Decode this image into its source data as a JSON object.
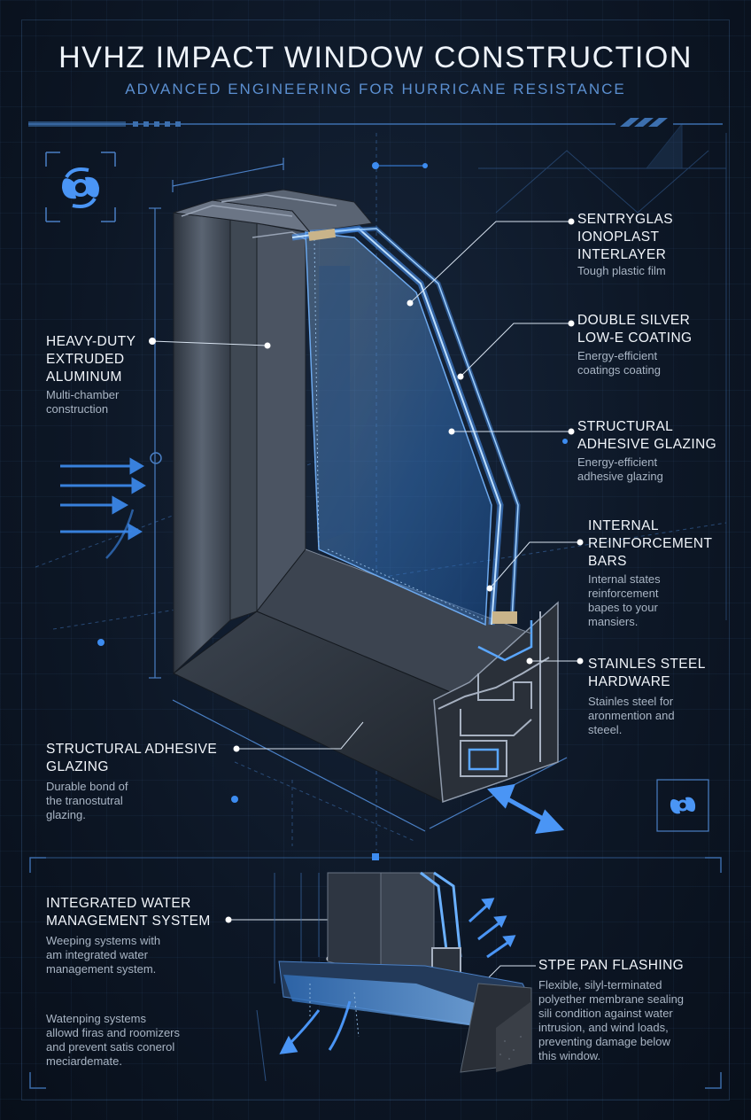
{
  "header": {
    "title": "HVHZ IMPACT WINDOW CONSTRUCTION",
    "subtitle": "ADVANCED ENGINEERING FOR HURRICANE RESISTANCE"
  },
  "callouts": {
    "sentryglas": {
      "title": "SENTRYGLAS\nIONOPLAST\nINTERLAYER",
      "desc": "Tough plastic film"
    },
    "low_e": {
      "title": "DOUBLE SILVER\nLOW-E COATING",
      "desc": "Energy-efficient\ncoatings coating"
    },
    "adhesive_right": {
      "title": "STRUCTURAL\nADHESIVE GLAZING",
      "desc": "Energy-efficient\nadhesive glazing"
    },
    "reinforcement": {
      "title": "INTERNAL\nREINFORCEMENT\nBARS",
      "desc": "Internal states\nreinforcement\nbapes to your\nmansiers."
    },
    "hardware": {
      "title": "STAINLES STEEL\nHARDWARE",
      "desc": "Stainles steel for\naronmention and\nsteeel."
    },
    "aluminum": {
      "title": "HEAVY-DUTY\nEXTRUDED\nALUMINUM",
      "desc": "Multi-chamber\nconstruction"
    },
    "adhesive_left": {
      "title": "STRUCTURAL ADHESIVE\nGLAZING",
      "desc": "Durable bond of\nthe tranostutral\nglazing."
    },
    "water": {
      "title": "INTEGRATED WATER\nMANAGEMENT SYSTEM",
      "desc": "Weeping systems with\nam integrated water\nmanagement system."
    },
    "water_note": {
      "desc": "Watenping systems\nallowd firas and roomizers\nand prevent satis conerol\nmeciardemate."
    },
    "pan_flashing": {
      "title": "STPE PAN FLASHING",
      "desc": "Flexible, silyl-terminated\npolyether membrane sealing\nsili condition against water\nintrusion, and wind loads,\npreventing damage below\nthis window."
    }
  },
  "icons": {
    "top_left": "hurricane-icon",
    "bottom_right": "hurricane-icon"
  },
  "colors": {
    "background": "#0d1726",
    "accent": "#3d8cf0",
    "glass": "#5aa6ff",
    "aluminum": "#4c5563"
  }
}
